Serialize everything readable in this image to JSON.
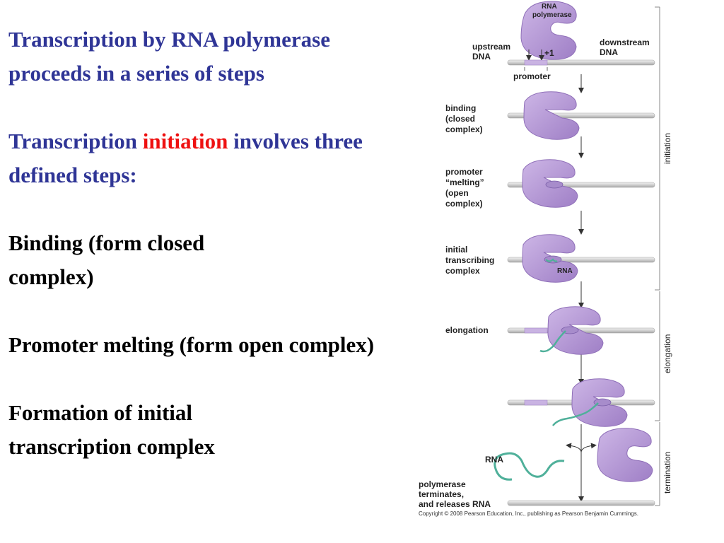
{
  "slide": {
    "title": "Transcription by RNA polymerase proceeds in a series of steps",
    "initiation_intro_before": "Transcription",
    "initiation_keyword": "initiation",
    "initiation_intro_after": "involves three defined steps:",
    "steps": [
      "Binding (form closed complex)",
      "Promoter melting (form open complex)",
      "Formation of initial transcription complex"
    ]
  },
  "diagram": {
    "labels": {
      "rna_polymerase_1": "RNA",
      "rna_polymerase_2": "polymerase",
      "upstream_1": "upstream",
      "upstream_2": "DNA",
      "downstream_1": "downstream",
      "downstream_2": "DNA",
      "plus_one": "+1",
      "promoter": "promoter",
      "binding_1": "binding",
      "binding_2": "(closed",
      "binding_3": "complex)",
      "melting_1": "promoter",
      "melting_2": "“melting”",
      "melting_3": "(open",
      "melting_4": "complex)",
      "initial_1": "initial",
      "initial_2": "transcribing",
      "initial_3": "complex",
      "rna_small": "RNA",
      "elongation": "elongation",
      "rna_large": "RNA",
      "term_1": "polymerase",
      "term_2": "terminates,",
      "term_3": "and releases RNA"
    },
    "phases": {
      "initiation": "initiation",
      "elongation": "elongation",
      "termination": "termination"
    },
    "copyright": "Copyright © 2008 Pearson Education, Inc., publishing as Pearson Benjamin Cummings.",
    "colors": {
      "polymerase": "#b89ad6",
      "polymerase_dark": "#8f6fb8",
      "dna": "#d8d8d8",
      "promoter": "#c9b3e2",
      "rna": "#4fb09a"
    }
  }
}
